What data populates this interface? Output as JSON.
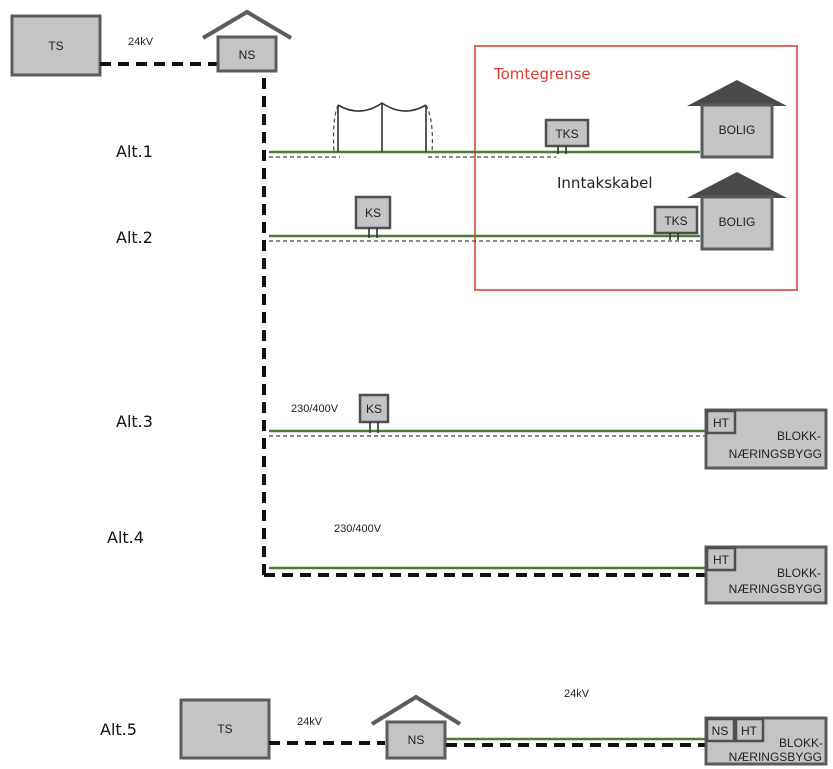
{
  "labels": {
    "ts": "TS",
    "ns": "NS",
    "v24": "24kV",
    "v230": "230/400V",
    "tks": "TKS",
    "ks": "KS",
    "ht": "HT",
    "bolig": "BOLIG",
    "blokk": "BLOKK-",
    "naering": "NÆRINGSBYGG",
    "tomtegrense": "Tomtegrense",
    "inntakskabel": "Inntakskabel",
    "alt1": "Alt.1",
    "alt2": "Alt.2",
    "alt3": "Alt.3",
    "alt4": "Alt.4",
    "alt5": "Alt.5"
  },
  "colors": {
    "boundary": "#e03a2f",
    "cable_green": "#4f7a32",
    "box_fill": "#c4c4c4"
  }
}
